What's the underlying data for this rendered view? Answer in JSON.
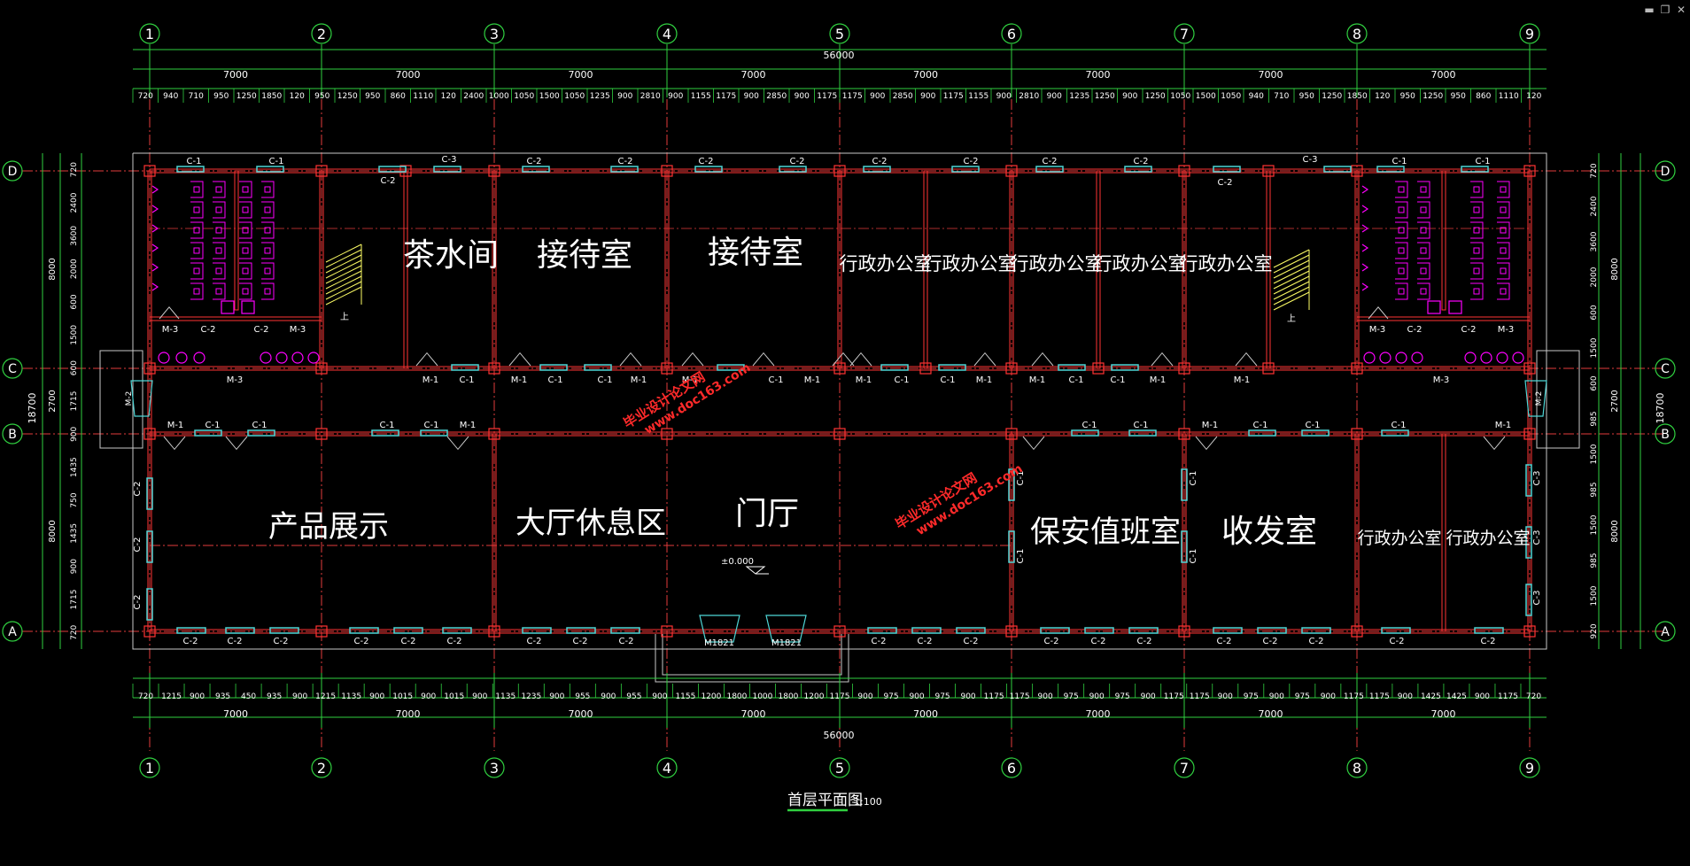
{
  "window_controls": {
    "minimize": "▬",
    "restore": "❐",
    "close": "✕"
  },
  "drawing": {
    "title": "首层平面图",
    "scale": "1:100",
    "overall_width": "56000",
    "overall_depth": "18700",
    "elevation": "±0.000"
  },
  "axes_numbers": [
    "1",
    "2",
    "3",
    "4",
    "5",
    "6",
    "7",
    "8",
    "9"
  ],
  "axes_letters": [
    "A",
    "B",
    "C",
    "D"
  ],
  "bay_dim": "7000",
  "top_detail_dims": [
    "720",
    "940",
    "710",
    "950",
    "1250",
    "1850",
    "120",
    "950",
    "1250",
    "950",
    "860",
    "1110",
    "120",
    "2400",
    "1000",
    "1050",
    "1500",
    "1050",
    "1235",
    "900",
    "2810",
    "900",
    "1155",
    "1175",
    "900",
    "2850",
    "900",
    "1175",
    "1175",
    "900",
    "2850",
    "900",
    "1175",
    "1155",
    "900",
    "2810",
    "900",
    "1235",
    "1250",
    "900",
    "1250",
    "1050",
    "1500",
    "1050",
    "940",
    "710",
    "950",
    "1250",
    "1850",
    "120",
    "950",
    "1250",
    "950",
    "860",
    "1110",
    "120"
  ],
  "bottom_detail_dims": [
    "720",
    "1215",
    "900",
    "935",
    "450",
    "935",
    "900",
    "1215",
    "1135",
    "900",
    "1015",
    "900",
    "1015",
    "900",
    "1135",
    "1235",
    "900",
    "955",
    "900",
    "955",
    "900",
    "1155",
    "1200",
    "1800",
    "1000",
    "1800",
    "1200",
    "1175",
    "900",
    "975",
    "900",
    "975",
    "900",
    "1175",
    "1175",
    "900",
    "975",
    "900",
    "975",
    "900",
    "1175",
    "1175",
    "900",
    "975",
    "900",
    "975",
    "900",
    "1175",
    "1175",
    "900",
    "1425",
    "1425",
    "900",
    "1175",
    "720"
  ],
  "left_dims": [
    "720",
    "2400",
    "3600",
    "2000",
    "600",
    "1500",
    "600",
    "1715",
    "900",
    "1435",
    "750",
    "1435",
    "900",
    "1715",
    "720"
  ],
  "left_totals": [
    "8000",
    "2700",
    "8000"
  ],
  "right_dims": [
    "720",
    "2400",
    "3600",
    "2000",
    "600",
    "1500",
    "600",
    "985",
    "1500",
    "985",
    "1500",
    "985",
    "1500",
    "920"
  ],
  "right_totals": [
    "8000",
    "2700",
    "8000"
  ],
  "rooms": {
    "tea": "茶水间",
    "reception1": "接待室",
    "reception2": "接待室",
    "admin1": "行政办公室",
    "admin2": "行政办公室",
    "admin3": "行政办公室",
    "admin4": "行政办公室",
    "admin5": "行政办公室",
    "product": "产品展示",
    "lounge": "大厅休息区",
    "lobby": "门厅",
    "security": "保安值班室",
    "mailroom": "收发室",
    "admin6": "行政办公室",
    "admin7": "行政办公室"
  },
  "tags": {
    "c1": "C-1",
    "c2": "C-2",
    "c3": "C-3",
    "m1": "M-1",
    "m2": "M-2",
    "m3": "M-3",
    "m1821": "M1821",
    "up": "上"
  },
  "watermark": {
    "line1": "毕业设计论文网",
    "line2": "www.doc163.com"
  },
  "colors": {
    "background": "#000000",
    "wall": "#ff3333",
    "axis": "#e23b3b",
    "dimension": "#30d040",
    "text": "#ffffff",
    "fixture": "#ff00ff",
    "window": "#4ed6d6",
    "outline": "#c8c8c8",
    "stair": "#ffff66",
    "watermark": "#ff2a2a"
  }
}
